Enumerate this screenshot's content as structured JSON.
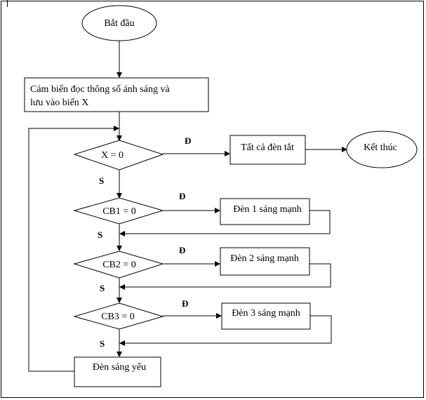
{
  "flowchart": {
    "start": "Bắt đầu",
    "read_sensor_line1": "Cảm biến đọc thông số ánh sáng và",
    "read_sensor_line2": "lưu vào biến X",
    "cond_x": "X = 0",
    "all_off": "Tất cả đèn tắt",
    "end": "Kết thúc",
    "cond_cb1": "CB1 = 0",
    "lamp1_strong": "Đèn 1 sáng mạnh",
    "cond_cb2": "CB2 = 0",
    "lamp2_strong": "Đèn 2 sáng mạnh",
    "cond_cb3": "CB3 = 0",
    "lamp3_strong": "Đèn 3 sáng mạnh",
    "lamps_weak": "Đèn sáng yếu",
    "yes_label": "Đ",
    "no_label": "S"
  }
}
